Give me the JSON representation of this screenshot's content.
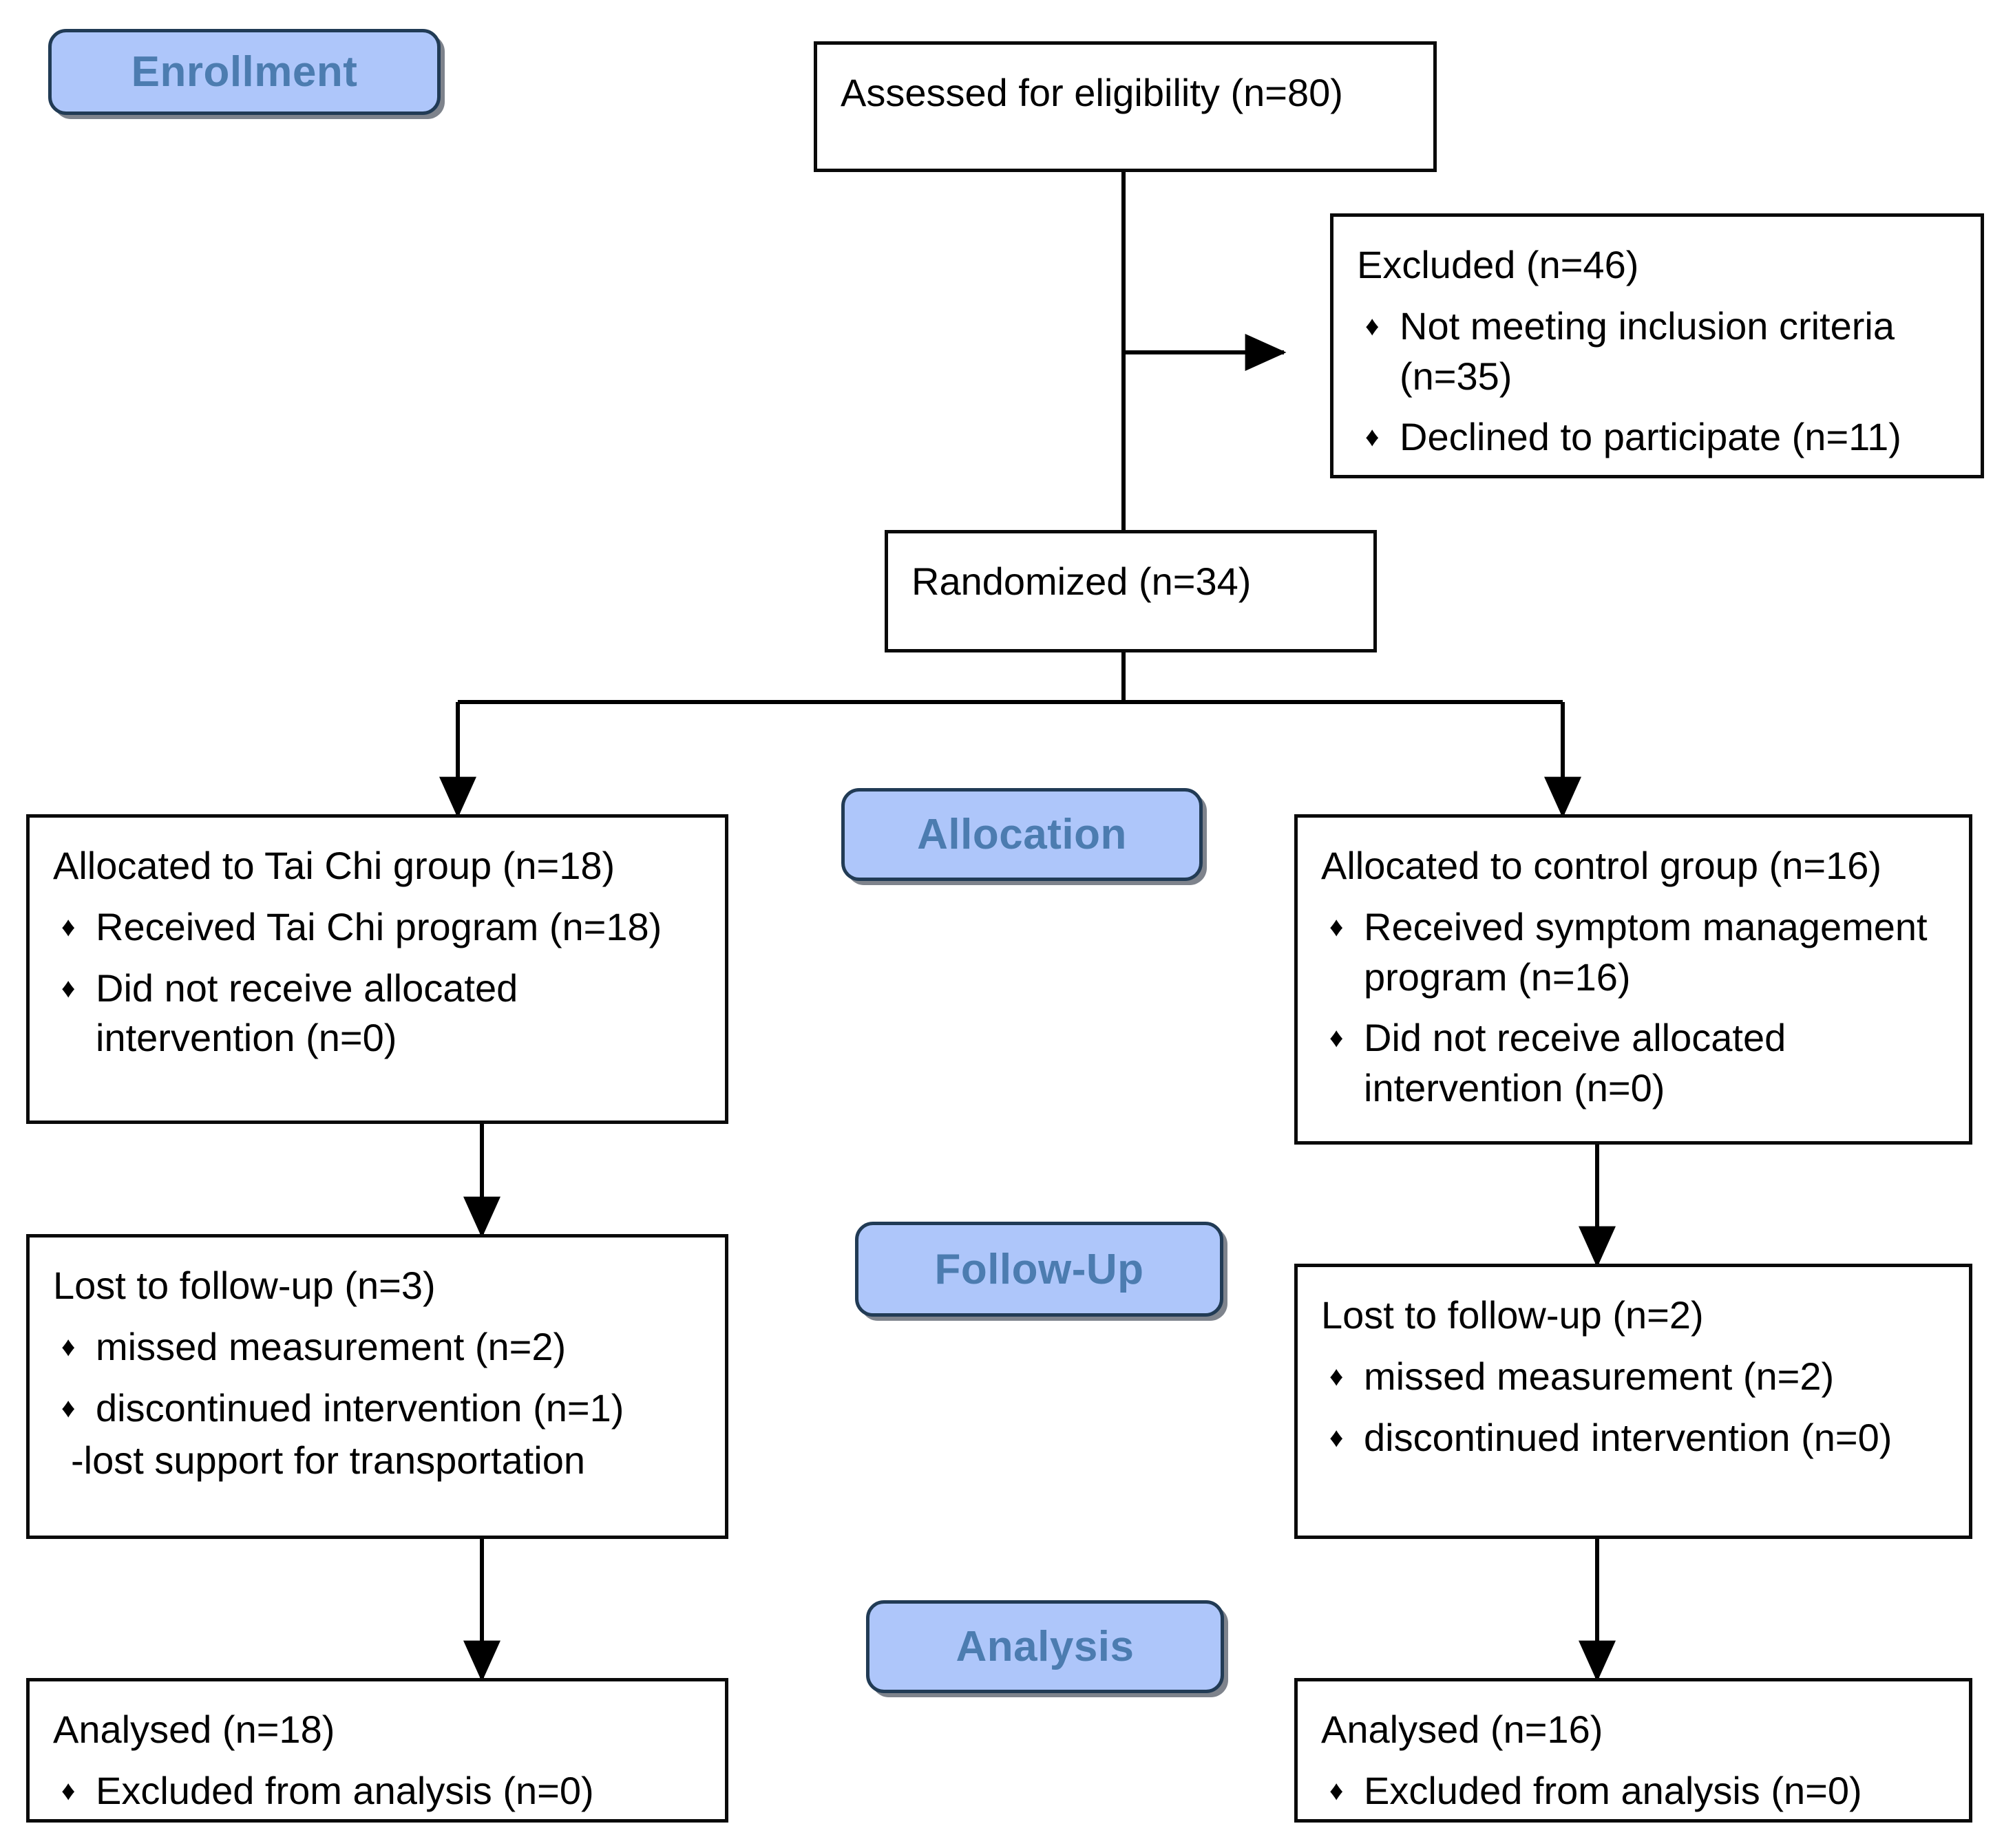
{
  "diagram": {
    "type": "consort-flow-diagram",
    "title": "CONSORT participant flow diagram",
    "colors": {
      "badge_fill": "#aec6fa",
      "badge_border": "#213b55",
      "badge_text": "#4c7cb0",
      "box_border": "#0a0a0a",
      "box_fill": "#ffffff",
      "connector": "#000000",
      "text": "#000000"
    },
    "bullet_glyph": "♦"
  },
  "stages": {
    "enrollment": "Enrollment",
    "allocation": "Allocation",
    "followup": "Follow-Up",
    "analysis": "Analysis"
  },
  "boxes": {
    "assessed": {
      "title": "Assessed for eligibility (n=80)",
      "bullets": []
    },
    "excluded": {
      "title": "Excluded (n=46)",
      "bullets": [
        "Not meeting inclusion criteria\n(n=35)",
        "Declined to participate (n=11)"
      ]
    },
    "randomized": {
      "title": "Randomized (n=34)",
      "bullets": []
    },
    "alloc_left": {
      "title": "Allocated to Tai Chi group (n=18)",
      "bullets": [
        "Received Tai Chi program (n=18)",
        "Did not receive allocated\nintervention (n=0)"
      ]
    },
    "alloc_right": {
      "title": "Allocated to control group (n=16)",
      "bullets": [
        "Received symptom management\nprogram (n=16)",
        "Did not receive allocated\nintervention (n=0)"
      ]
    },
    "followup_left": {
      "title": "Lost to follow-up (n=3)",
      "bullets": [
        "missed measurement (n=2)",
        "discontinued intervention (n=1)"
      ],
      "note": "-lost support for transportation"
    },
    "followup_right": {
      "title": "Lost to follow-up (n=2)",
      "bullets": [
        "missed measurement (n=2)",
        "discontinued intervention (n=0)"
      ],
      "note": ""
    },
    "analysis_left": {
      "title": "Analysed (n=18)",
      "bullets": [
        "Excluded from analysis (n=0)"
      ]
    },
    "analysis_right": {
      "title": "Analysed (n=16)",
      "bullets": [
        "Excluded from analysis (n=0)"
      ]
    }
  },
  "chart_data": {
    "type": "diagram",
    "title": "CONSORT flow of participants",
    "nodes": [
      {
        "id": "assessed",
        "label": "Assessed for eligibility",
        "n": 80
      },
      {
        "id": "excluded",
        "label": "Excluded",
        "n": 46
      },
      {
        "id": "excluded_not_meeting",
        "label": "Not meeting inclusion criteria",
        "n": 35
      },
      {
        "id": "excluded_declined",
        "label": "Declined to participate",
        "n": 11
      },
      {
        "id": "randomized",
        "label": "Randomized",
        "n": 34
      },
      {
        "id": "alloc_taichi",
        "label": "Allocated to Tai Chi group",
        "n": 18
      },
      {
        "id": "alloc_taichi_received",
        "label": "Received Tai Chi program",
        "n": 18
      },
      {
        "id": "alloc_taichi_notreceived",
        "label": "Did not receive allocated intervention",
        "n": 0
      },
      {
        "id": "alloc_control",
        "label": "Allocated to control group",
        "n": 16
      },
      {
        "id": "alloc_control_received",
        "label": "Received symptom management program",
        "n": 16
      },
      {
        "id": "alloc_control_notreceived",
        "label": "Did not receive allocated intervention",
        "n": 0
      },
      {
        "id": "lost_taichi",
        "label": "Lost to follow-up (Tai Chi)",
        "n": 3
      },
      {
        "id": "lost_taichi_missed",
        "label": "missed measurement",
        "n": 2
      },
      {
        "id": "lost_taichi_discontinued",
        "label": "discontinued intervention",
        "n": 1
      },
      {
        "id": "lost_control",
        "label": "Lost to follow-up (control)",
        "n": 2
      },
      {
        "id": "lost_control_missed",
        "label": "missed measurement",
        "n": 2
      },
      {
        "id": "lost_control_discontinued",
        "label": "discontinued intervention",
        "n": 0
      },
      {
        "id": "analysed_taichi",
        "label": "Analysed (Tai Chi)",
        "n": 18
      },
      {
        "id": "analysed_taichi_excluded",
        "label": "Excluded from analysis",
        "n": 0
      },
      {
        "id": "analysed_control",
        "label": "Analysed (control)",
        "n": 16
      },
      {
        "id": "analysed_control_excluded",
        "label": "Excluded from analysis",
        "n": 0
      }
    ],
    "edges": [
      {
        "from": "assessed",
        "to": "excluded"
      },
      {
        "from": "assessed",
        "to": "randomized"
      },
      {
        "from": "randomized",
        "to": "alloc_taichi"
      },
      {
        "from": "randomized",
        "to": "alloc_control"
      },
      {
        "from": "alloc_taichi",
        "to": "lost_taichi"
      },
      {
        "from": "alloc_control",
        "to": "lost_control"
      },
      {
        "from": "lost_taichi",
        "to": "analysed_taichi"
      },
      {
        "from": "lost_control",
        "to": "analysed_control"
      }
    ],
    "stages": [
      "Enrollment",
      "Allocation",
      "Follow-Up",
      "Analysis"
    ]
  }
}
